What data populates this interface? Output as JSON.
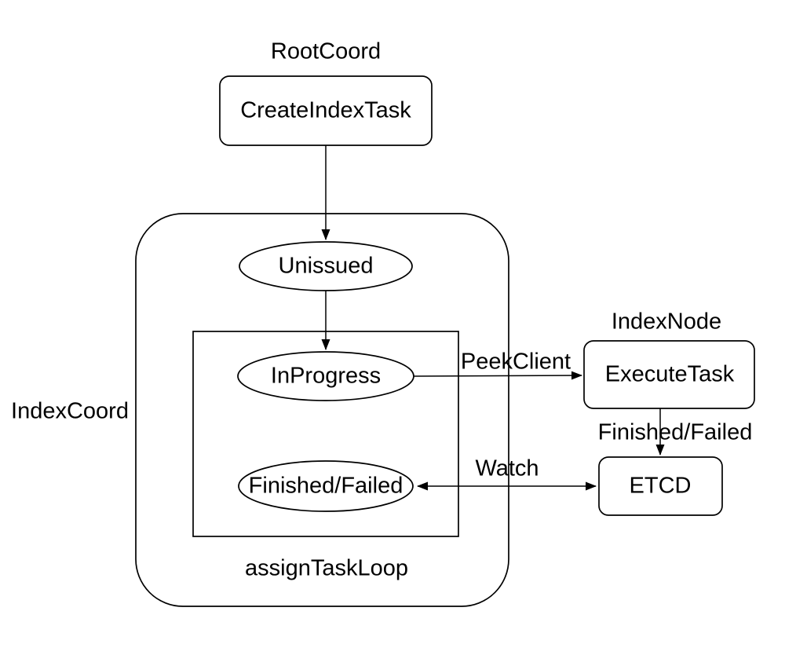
{
  "colors": {
    "background": "#ffffff",
    "stroke": "#000000",
    "text": "#000000"
  },
  "diagram": {
    "container_labels": {
      "root_coord": "RootCoord",
      "index_node": "IndexNode",
      "index_coord": "IndexCoord",
      "assign_task_loop": "assignTaskLoop"
    },
    "nodes": {
      "create_index_task": "CreateIndexTask",
      "unissued": "Unissued",
      "in_progress": "InProgress",
      "finished_failed_state": "Finished/Failed",
      "execute_task": "ExecuteTask",
      "etcd": "ETCD"
    },
    "edge_labels": {
      "peek_client": "PeekClient",
      "finished_failed": "Finished/Failed",
      "watch": "Watch"
    }
  }
}
